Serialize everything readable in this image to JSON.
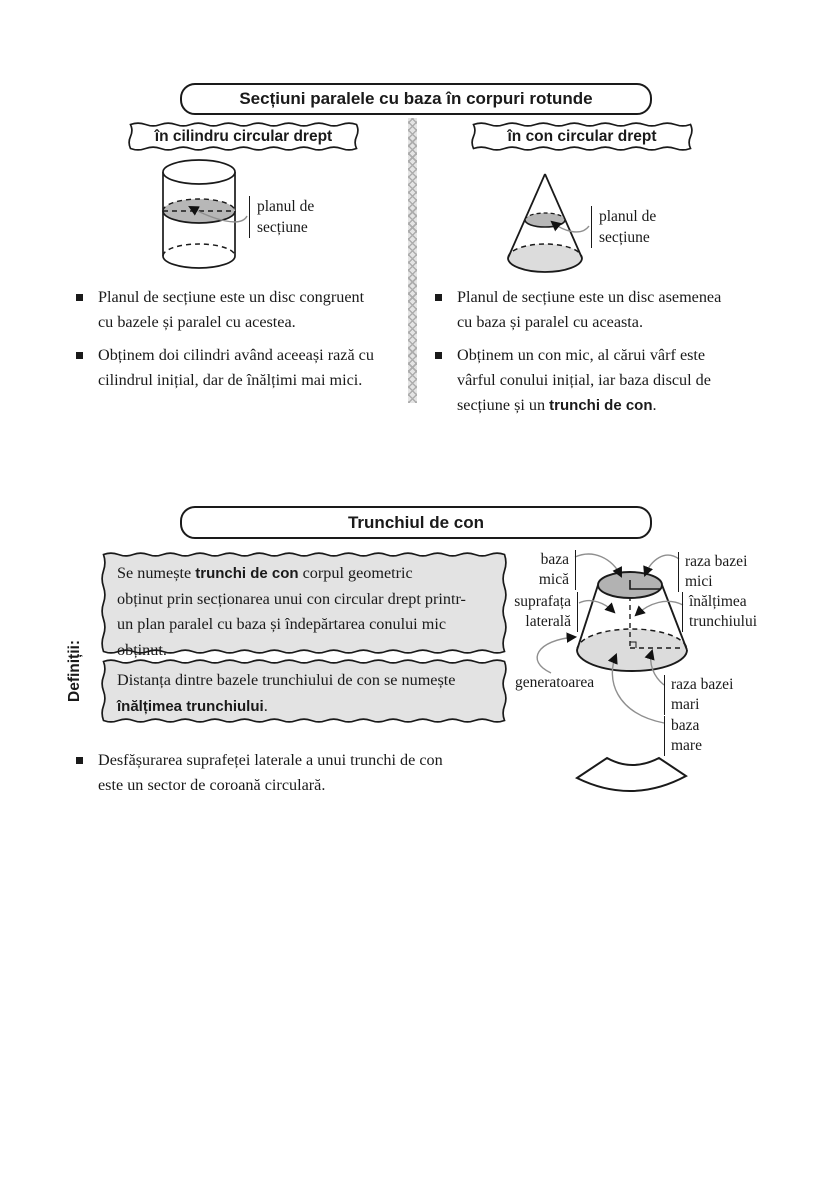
{
  "banner1": "Secțiuni paralele cu baza în corpuri rotunde",
  "banner2": "Trunchiul de con",
  "left_col": {
    "header": "în cilindru circular drept",
    "plane_label": "planul de secțiune",
    "b1_l1": "Planul de secțiune este un disc congruent",
    "b1_l2": "cu bazele și paralel cu acestea.",
    "b2_l1": "Obținem doi cilindri având aceeași rază cu",
    "b2_l2": "cilindrul inițial, dar de înălțimi mai mici."
  },
  "right_col": {
    "header": "în con circular drept",
    "plane_label": "planul de secțiune",
    "b1_l1": "Planul de secțiune este un disc asemenea",
    "b1_l2": "cu baza și paralel cu aceasta.",
    "b2_l1": "Obținem un con mic, al cărui vârf este",
    "b2_l2": "vârful conului inițial, iar baza discul de",
    "b2_l3_pre": "secțiune și un ",
    "b2_l3_bold": "trunchi de con",
    "b2_l3_post": "."
  },
  "definitions": {
    "sidebar_label": "Definiții:",
    "d1_l1_pre": "Se numește ",
    "d1_l1_bold": "trunchi de con",
    "d1_l1_post": " corpul geometric",
    "d1_l2": "obținut prin secționarea unui con circular drept printr-",
    "d1_l3": "un plan paralel cu baza și îndepărtarea conului mic",
    "d1_l4": "obținut.",
    "d2_l1": "Distanța dintre bazele trunchiului de con se numește",
    "d2_l2_bold": "înălțimea trunchiului",
    "d2_l2_post": "."
  },
  "frustum": {
    "label_baza_mica": "baza mică",
    "label_raza_bazei_mici": "raza bazei mici",
    "label_suprafata_laterala": "suprafața laterală",
    "label_inaltimea": "înălțimea trunchiului",
    "label_generatoarea": "generatoarea",
    "label_raza_bazei_mari": "raza bazei mari",
    "label_baza_mare": "baza mare"
  },
  "bottom": {
    "b1_l1": "Desfășurarea suprafeței laterale a unui trunchi de con",
    "b1_l2": "este un sector de coroană circulară."
  },
  "colors": {
    "ink": "#1a1a1a",
    "section_fill": "#b7b7b7",
    "base_fill": "#dcdcdc",
    "box_fill": "#e3e3e3",
    "arrow_tail": "#8f8f8f"
  }
}
